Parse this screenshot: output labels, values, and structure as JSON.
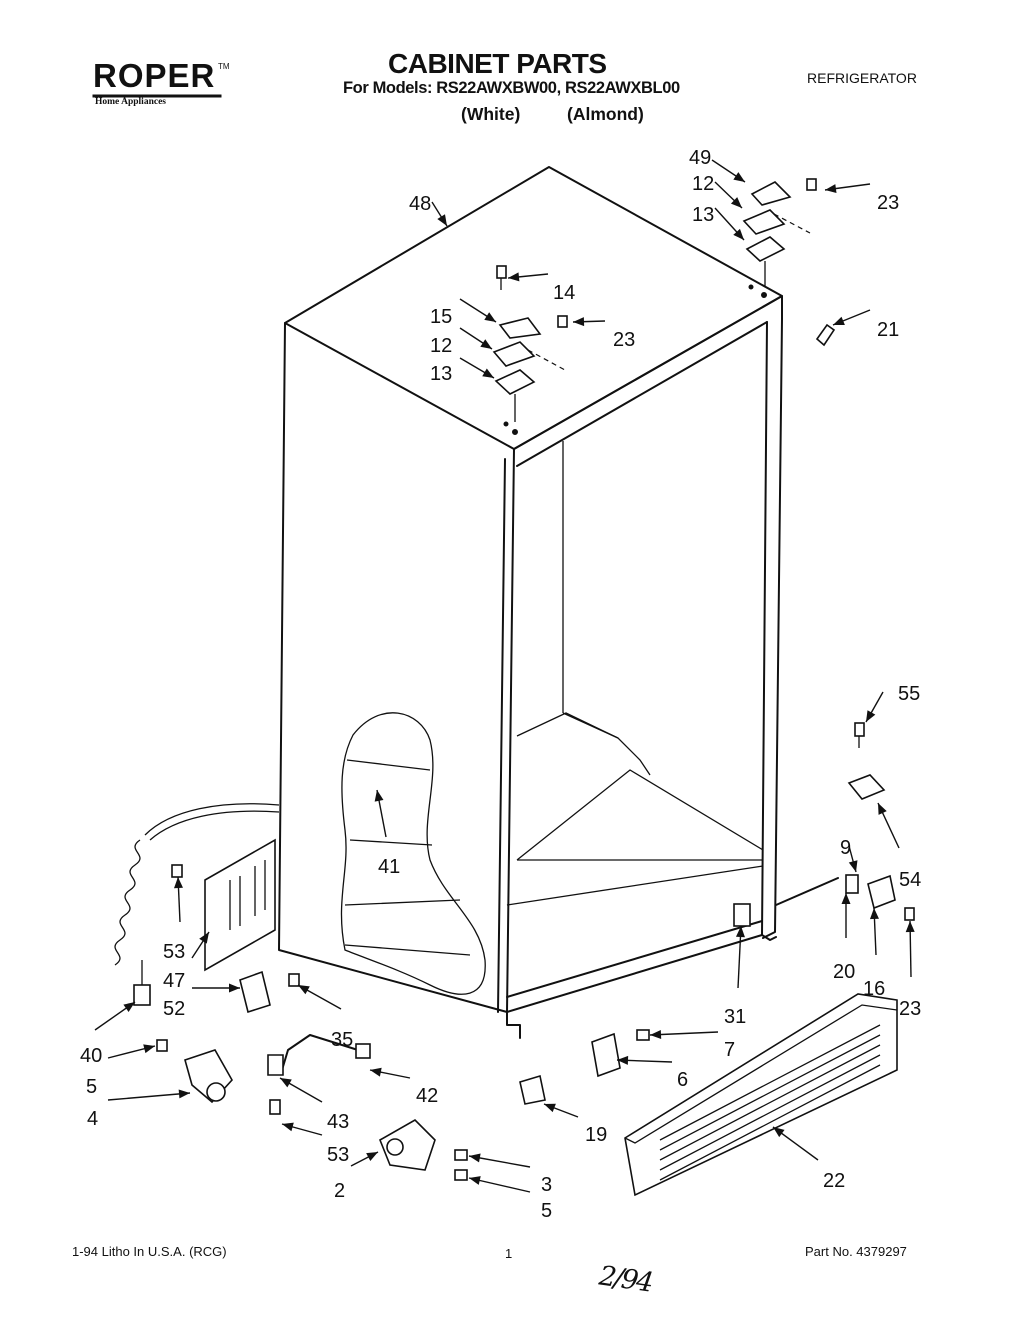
{
  "header": {
    "brand": "ROPER",
    "brand_tm": "TM",
    "brand_subtitle": "Home Appliances",
    "title": "CABINET PARTS",
    "models_line": "For Models: RS22AWXBW00, RS22AWXBL00",
    "color_1": "(White)",
    "color_2": "(Almond)",
    "category": "REFRIGERATOR"
  },
  "footer": {
    "litho": "1-94 Litho In U.S.A. (RCG)",
    "page": "1",
    "part_no": "Part No. 4379297",
    "handwritten": "2/94"
  },
  "callouts": [
    "48",
    "49",
    "12",
    "13",
    "23",
    "14",
    "15",
    "23",
    "12",
    "13",
    "21",
    "55",
    "41",
    "54",
    "9",
    "53",
    "47",
    "20",
    "16",
    "52",
    "31",
    "23",
    "40",
    "35",
    "7",
    "6",
    "5",
    "42",
    "4",
    "43",
    "19",
    "53",
    "2",
    "3",
    "5",
    "22"
  ]
}
